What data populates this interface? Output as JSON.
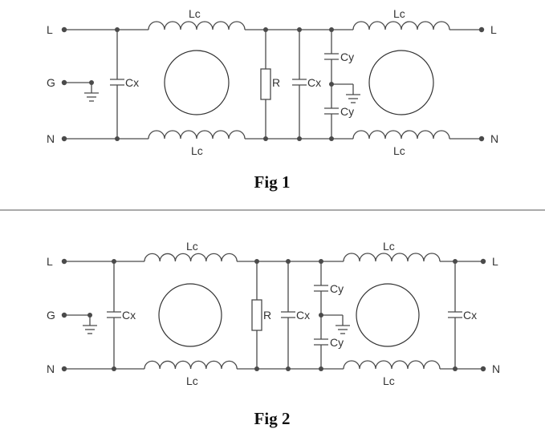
{
  "fig1": {
    "caption": "Fig 1",
    "labels": {
      "L_left": "L",
      "L_right": "L",
      "N_left": "N",
      "N_right": "N",
      "G": "G",
      "Lc_top_left": "Lc",
      "Lc_top_right": "Lc",
      "Lc_bot_left": "Lc",
      "Lc_bot_right": "Lc",
      "Cx_1": "Cx",
      "Cx_2": "Cx",
      "R": "R",
      "Cy_top": "Cy",
      "Cy_bot": "Cy"
    }
  },
  "fig2": {
    "caption": "Fig 2",
    "labels": {
      "L_left": "L",
      "L_right": "L",
      "N_left": "N",
      "N_right": "N",
      "G": "G",
      "Lc_top_left": "Lc",
      "Lc_top_right": "Lc",
      "Lc_bot_left": "Lc",
      "Lc_bot_right": "Lc",
      "Cx_1": "Cx",
      "Cx_2": "Cx",
      "Cx_3": "Cx",
      "R": "R",
      "Cy_top": "Cy",
      "Cy_bot": "Cy"
    }
  }
}
